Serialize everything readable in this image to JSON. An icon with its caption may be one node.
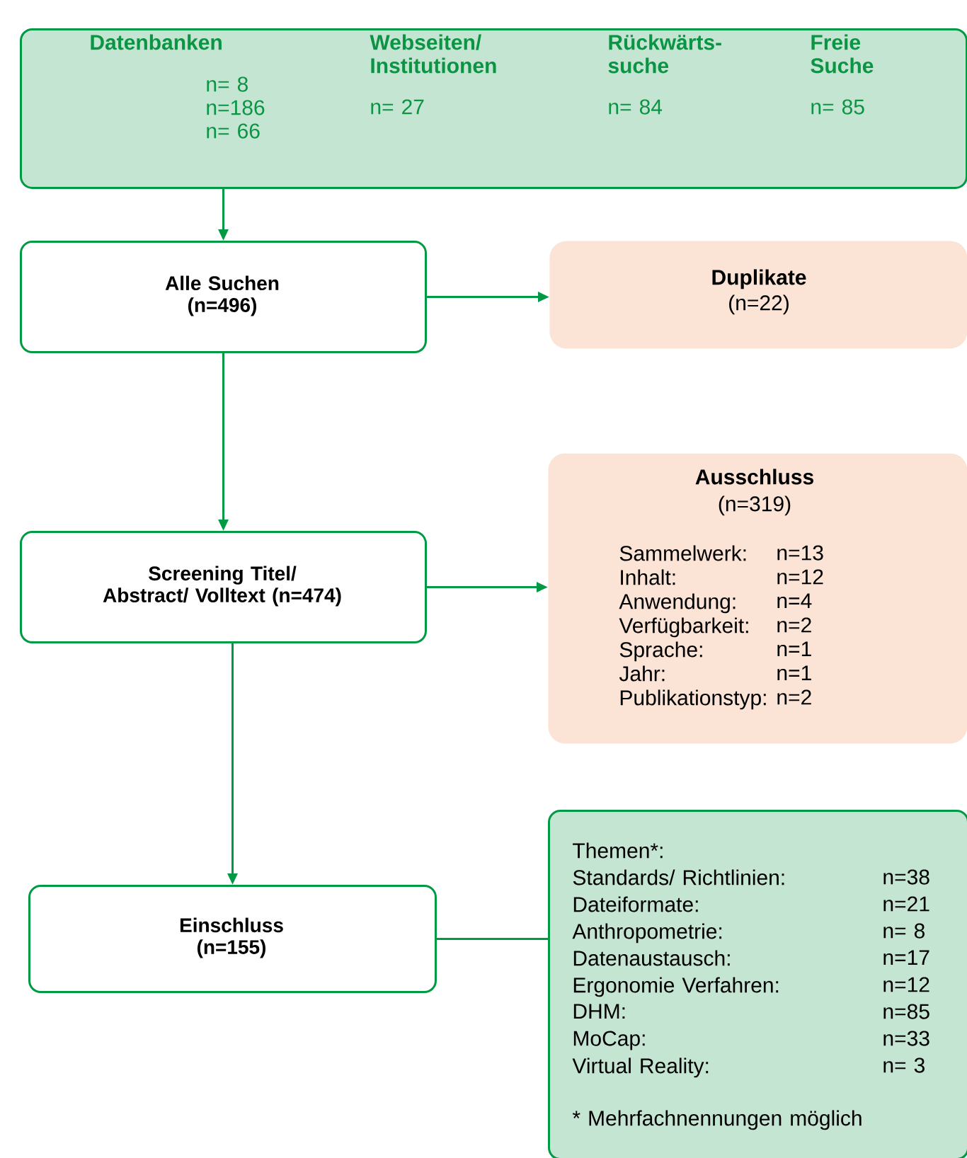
{
  "diagram": {
    "nodes": [
      {
        "text": [
          "Datenbanken",
          "n= 8",
          "n=186",
          "n= 66",
          "Webseiten/ Institutionen",
          "n= 27",
          "Rückwärts-suche",
          "n= 84",
          "Freie Suche",
          "n= 85"
        ]
      },
      {
        "text": [
          "Alle Suchen (n=496)"
        ]
      },
      {
        "text": [
          "Duplikate",
          "(n=22)"
        ]
      },
      {
        "text": [
          "Screening Titel/ Abstract/ Volltext (n=474)"
        ]
      },
      {
        "text": [
          "Ausschluss",
          "(n=319)",
          "Sammelwerk:",
          "n=13",
          "Inhalt:",
          "n=12",
          "Anwendung:",
          "n=4",
          "Verfügbarkeit:",
          "n=2",
          "Sprache:",
          "n=1",
          "Jahr:",
          "n=1",
          "Publikationstyp:",
          "n=2"
        ]
      },
      {
        "text": [
          "Einschluss (n=155)"
        ]
      },
      {
        "text": [
          "Themen*:",
          "Standards/ Richtlinien:",
          "n=38",
          "Dateiformate:",
          "n=21",
          "Anthropometrie:",
          "n= 8",
          "Datenaustausch:",
          "n=17",
          "Ergonomie Verfahren:",
          "n=12",
          "DHM:",
          "n=85",
          "MoCap:",
          "n=33",
          "Virtual Reality:",
          "n= 3",
          "* Mehrfachnennungen möglich"
        ]
      }
    ],
    "edges": [
      {
        "from": 0,
        "to": 1,
        "arrow": "to"
      },
      {
        "from": 1,
        "to": 2,
        "arrow": "to"
      },
      {
        "from": 1,
        "to": 3,
        "arrow": "to"
      },
      {
        "from": 3,
        "to": 4,
        "arrow": "to"
      },
      {
        "from": 3,
        "to": 5,
        "arrow": "to"
      },
      {
        "from": 5,
        "to": 6,
        "arrow": "none"
      }
    ]
  }
}
